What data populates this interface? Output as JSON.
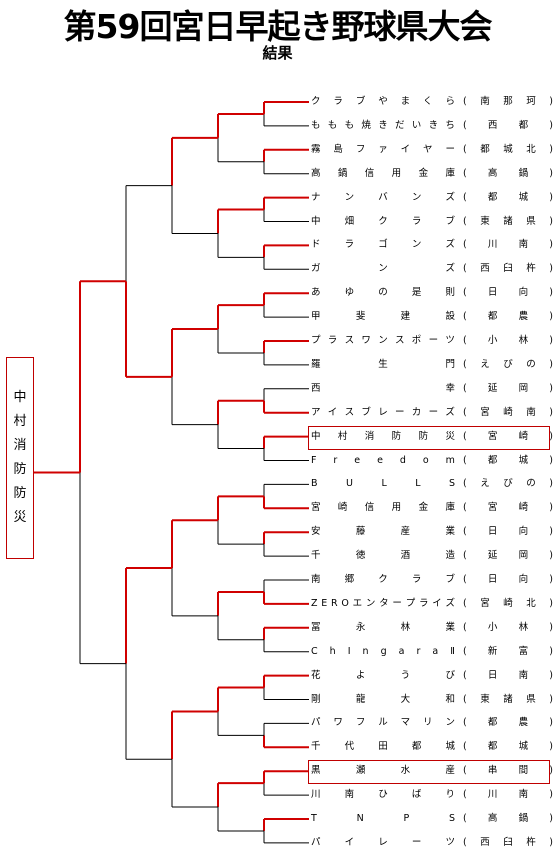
{
  "title": "第59回宮日早起き野球県大会",
  "subtitle": "結果",
  "champion": "中村消防防災",
  "teams": [
    {
      "name": "クラブやまくら",
      "region": "南那珂"
    },
    {
      "name": "ももも焼きだいきち",
      "region": "西都"
    },
    {
      "name": "霧島ファイヤー",
      "region": "都城北"
    },
    {
      "name": "高鍋信用金庫",
      "region": "高鍋"
    },
    {
      "name": "ナンバンズ",
      "region": "都城"
    },
    {
      "name": "中畑クラブ",
      "region": "東諸県"
    },
    {
      "name": "ドラゴンズ",
      "region": "川南"
    },
    {
      "name": "ガンズ",
      "region": "西臼杵"
    },
    {
      "name": "あゆの是則",
      "region": "日向"
    },
    {
      "name": "甲斐建設",
      "region": "都農"
    },
    {
      "name": "プラスワンスポーツ",
      "region": "小林"
    },
    {
      "name": "羅生門",
      "region": "えびの"
    },
    {
      "name": "西幸",
      "region": "延岡"
    },
    {
      "name": "アイスブレーカーズ",
      "region": "宮崎南"
    },
    {
      "name": "中村消防防災",
      "region": "宮崎"
    },
    {
      "name": "Freedom",
      "region": "都城"
    },
    {
      "name": "BULLS",
      "region": "えびの"
    },
    {
      "name": "宮崎信用金庫",
      "region": "宮崎"
    },
    {
      "name": "安藤産業",
      "region": "日向"
    },
    {
      "name": "千徳酒造",
      "region": "延岡"
    },
    {
      "name": "南郷クラブ",
      "region": "日向"
    },
    {
      "name": "ZEROエンタープライズ",
      "region": "宮崎北"
    },
    {
      "name": "冨永林業",
      "region": "小林"
    },
    {
      "name": "ChIngaraⅡ",
      "region": "新富"
    },
    {
      "name": "花ようび",
      "region": "日南"
    },
    {
      "name": "剛龍大和",
      "region": "東諸県"
    },
    {
      "name": "パワフルマリン",
      "region": "都農"
    },
    {
      "name": "千代田都城",
      "region": "都城"
    },
    {
      "name": "黒瀬水産",
      "region": "串間"
    },
    {
      "name": "川南ひばり",
      "region": "川南"
    },
    {
      "name": "TNPS",
      "region": "高鍋"
    },
    {
      "name": "パイレーツ",
      "region": "西臼杵"
    }
  ],
  "results": {
    "round1": [
      0,
      2,
      4,
      6,
      8,
      10,
      13,
      14,
      17,
      18,
      21,
      22,
      24,
      27,
      28,
      30
    ],
    "round2": [
      0,
      2,
      4,
      6,
      8,
      10,
      12,
      14
    ],
    "round3": [
      0,
      2,
      4,
      6
    ],
    "round4": [
      1,
      2
    ],
    "final": 0
  },
  "highlighted": [
    14,
    28
  ],
  "colors": {
    "winner_line": "#d00000",
    "loser_line": "#000000",
    "box_border": "#c00000"
  }
}
